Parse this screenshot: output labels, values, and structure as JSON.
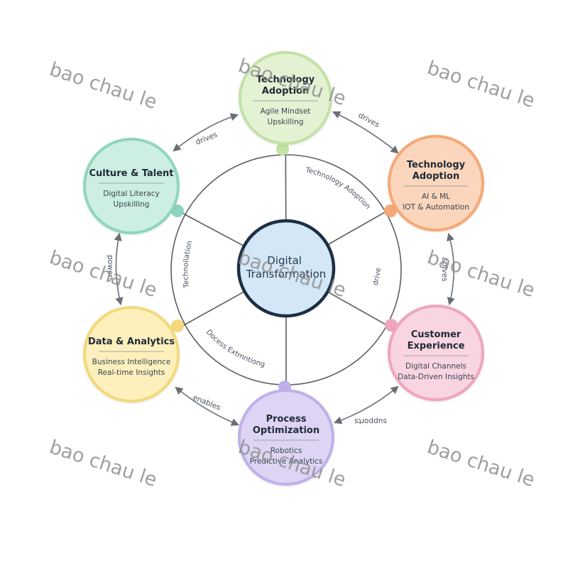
{
  "center": {
    "lines": [
      "Digital",
      "Transformation"
    ]
  },
  "nodes": [
    {
      "id": "top",
      "title": [
        "Technology",
        "Adoption"
      ],
      "items": [
        "Agile Mindset",
        "Upskilling"
      ],
      "fill": "#e4f2d4",
      "stroke": "#c2e2a6"
    },
    {
      "id": "upper-right",
      "title": [
        "Technology",
        "Adoption"
      ],
      "items": [
        "AI & ML",
        "IOT & Automation"
      ],
      "fill": "#fbd6bc",
      "stroke": "#f4a976"
    },
    {
      "id": "lower-right",
      "title": [
        "Customer",
        "Experience"
      ],
      "items": [
        "Digital Channels",
        "Data-Driven Insights"
      ],
      "fill": "#f8d5e0",
      "stroke": "#efa5bd"
    },
    {
      "id": "bottom",
      "title": [
        "Process",
        "Optimization"
      ],
      "items": [
        "Robotics",
        "Predictive Analytics"
      ],
      "fill": "#ddd5f3",
      "stroke": "#bfb0ea"
    },
    {
      "id": "lower-left",
      "title": [
        "Data & Analytics"
      ],
      "items": [
        "Business Intelligence",
        "Real-time Insights"
      ],
      "fill": "#fdf0bd",
      "stroke": "#f3d97a"
    },
    {
      "id": "upper-left",
      "title": [
        "Culture & Talent"
      ],
      "items": [
        "Digital Literacy",
        "Upskilling"
      ],
      "fill": "#cdeee2",
      "stroke": "#8fd6bd"
    }
  ],
  "edges": [
    {
      "id": "top-to-upper-right",
      "label": "drives"
    },
    {
      "id": "upper-right-to-lower-right",
      "label": "solves"
    },
    {
      "id": "lower-right-to-bottom",
      "label": "supports"
    },
    {
      "id": "bottom-to-lower-left",
      "label": "enables"
    },
    {
      "id": "lower-left-to-upper-left",
      "label": "powers"
    },
    {
      "id": "upper-left-to-top",
      "label": "drives"
    }
  ],
  "ring_labels": {
    "top_right": "Technology Adoption",
    "right": "drive",
    "left": "Technollation",
    "bottom": "Docess Extmntiong"
  },
  "watermark": {
    "text": "bao chau le"
  },
  "colors": {
    "center_fill": "#d3e7f6",
    "center_ring": "#1d2f44",
    "ring": "#585e66",
    "arrow": "#6a6f76"
  }
}
